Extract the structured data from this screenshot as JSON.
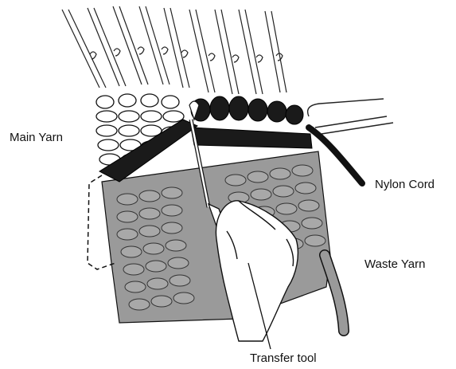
{
  "labels": {
    "main_yarn": "Main Yarn",
    "nylon_cord": "Nylon Cord",
    "waste_yarn": "Waste Yarn",
    "transfer_tool": "Transfer tool"
  },
  "colors": {
    "main_yarn": "#ffffff",
    "waste_yarn": "#9a9a9a",
    "nylon_cord": "#1a1a1a",
    "outline": "#111111"
  }
}
